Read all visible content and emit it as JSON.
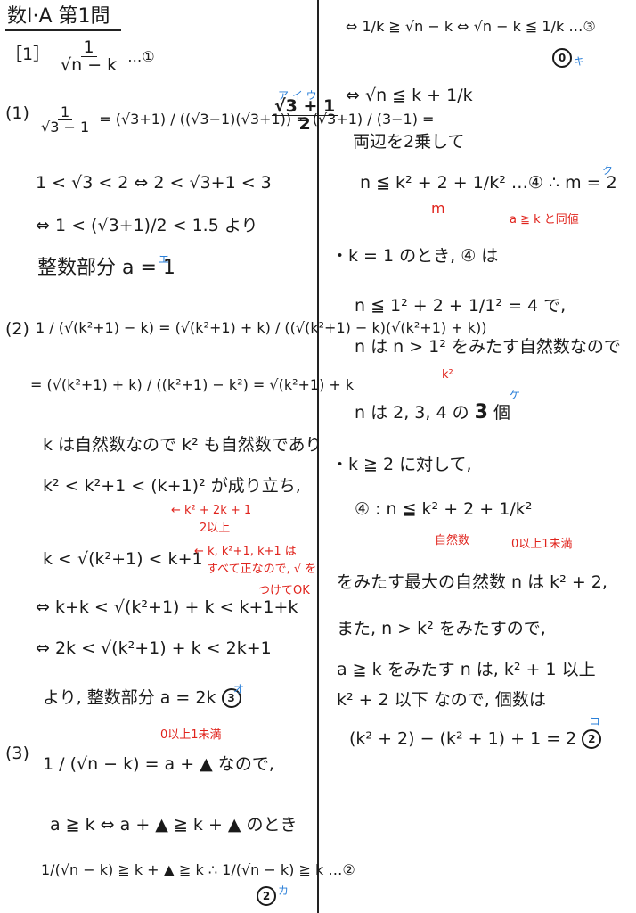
{
  "header": {
    "title": "数I·A 第1問",
    "part1": "［1］"
  },
  "left": {
    "eq1_num": "1",
    "eq1_den": "√n − k",
    "eq1_mark": "…①",
    "p1_label": "(1)",
    "p1_line1_num": "1",
    "p1_line1_den": "√3 − 1",
    "p1_line1_mid": "= (√3+1) / ((√3−1)(√3+1)) = (√3+1) / (3−1) =",
    "p1_ans_num": "√3 + 1",
    "p1_ans_den": "2",
    "p1_tags": "ア  イ  ウ",
    "p1_line2": "1 < √3 < 2  ⇔  2 < √3+1 < 3",
    "p1_line3": "⇔  1 < (√3+1)/2 < 1.5    より",
    "p1_line4": "整数部分 a = 1",
    "p1_tag_e": "エ",
    "p2_label": "(2)",
    "p2_line1": "1 / (√(k²+1) − k) = (√(k²+1) + k) / ((√(k²+1) − k)(√(k²+1) + k))",
    "p2_line2": "= (√(k²+1) + k) / ((k²+1) − k²) = √(k²+1) + k",
    "p2_line3": "k は自然数なので k² も自然数であり",
    "p2_line4": "k² < k²+1 < (k+1)² が成り立ち,",
    "p2_note1": "← k² + 2k + 1",
    "p2_note2": "2以上",
    "p2_line5": "k < √(k²+1) < k+1",
    "p2_note3": "← k, k²+1, k+1 は",
    "p2_note4": "すべて正なので, √ を",
    "p2_note5": "つけてOK",
    "p2_line6": "⇔ k+k < √(k²+1) + k < k+1+k",
    "p2_line7": "⇔ 2k < √(k²+1) + k < 2k+1",
    "p2_line8": "より, 整数部分 a = 2k",
    "p2_ans": "3",
    "p2_tag": "オ",
    "p3_label": "(3)",
    "p3_line1": "1 / (√n − k) = a + ▲  なので,",
    "p3_note": "0以上1未満",
    "p3_line2": "a ≧ k  ⇔  a + ▲ ≧ k + ▲   のとき",
    "p3_line3": "1/(√n − k) ≧ k + ▲ ≧ k   ∴  1/(√n − k) ≧ k …②",
    "p3_ans": "2",
    "p3_tag": "カ"
  },
  "right": {
    "r1": "⇔  1/k ≧ √n − k   ⇔  √n − k ≦ 1/k …③",
    "r1_ans": "0",
    "r1_tag": "キ",
    "r2": "⇔ √n ≦ k + 1/k",
    "r3": "両辺を2乗して",
    "r4": "n ≦ k² + 2 + 1/k² …④   ∴ m = 2",
    "r4_m": "m",
    "r4_tag": "ク",
    "r_note1": "a ≧ k と同値",
    "r5": "・k = 1 のとき, ④ は",
    "r6": "n ≦ 1² + 2 + 1/1² = 4   で,",
    "r7": "n は n > 1² をみたす自然数なので",
    "r7_k2": "k²",
    "r8": "n は 2, 3, 4 の",
    "r8_ans": "3",
    "r8_tail": "個",
    "r8_tag": "ケ",
    "r9": "・k ≧ 2 に対して,",
    "r10": "④ : n ≦ k² + 2 + 1/k²",
    "r10_note1": "自然数",
    "r10_note2": "0以上1未満",
    "r11": "をみたす最大の自然数 n は k² + 2,",
    "r12": "また, n > k² をみたすので,",
    "r13": "a ≧ k をみたす n は, k² + 1 以上",
    "r14": "k² + 2 以下 なので, 個数は",
    "r15": "(k² + 2) − (k² + 1) + 1 = 2",
    "r15_ans": "2",
    "r15_tag": "コ"
  }
}
